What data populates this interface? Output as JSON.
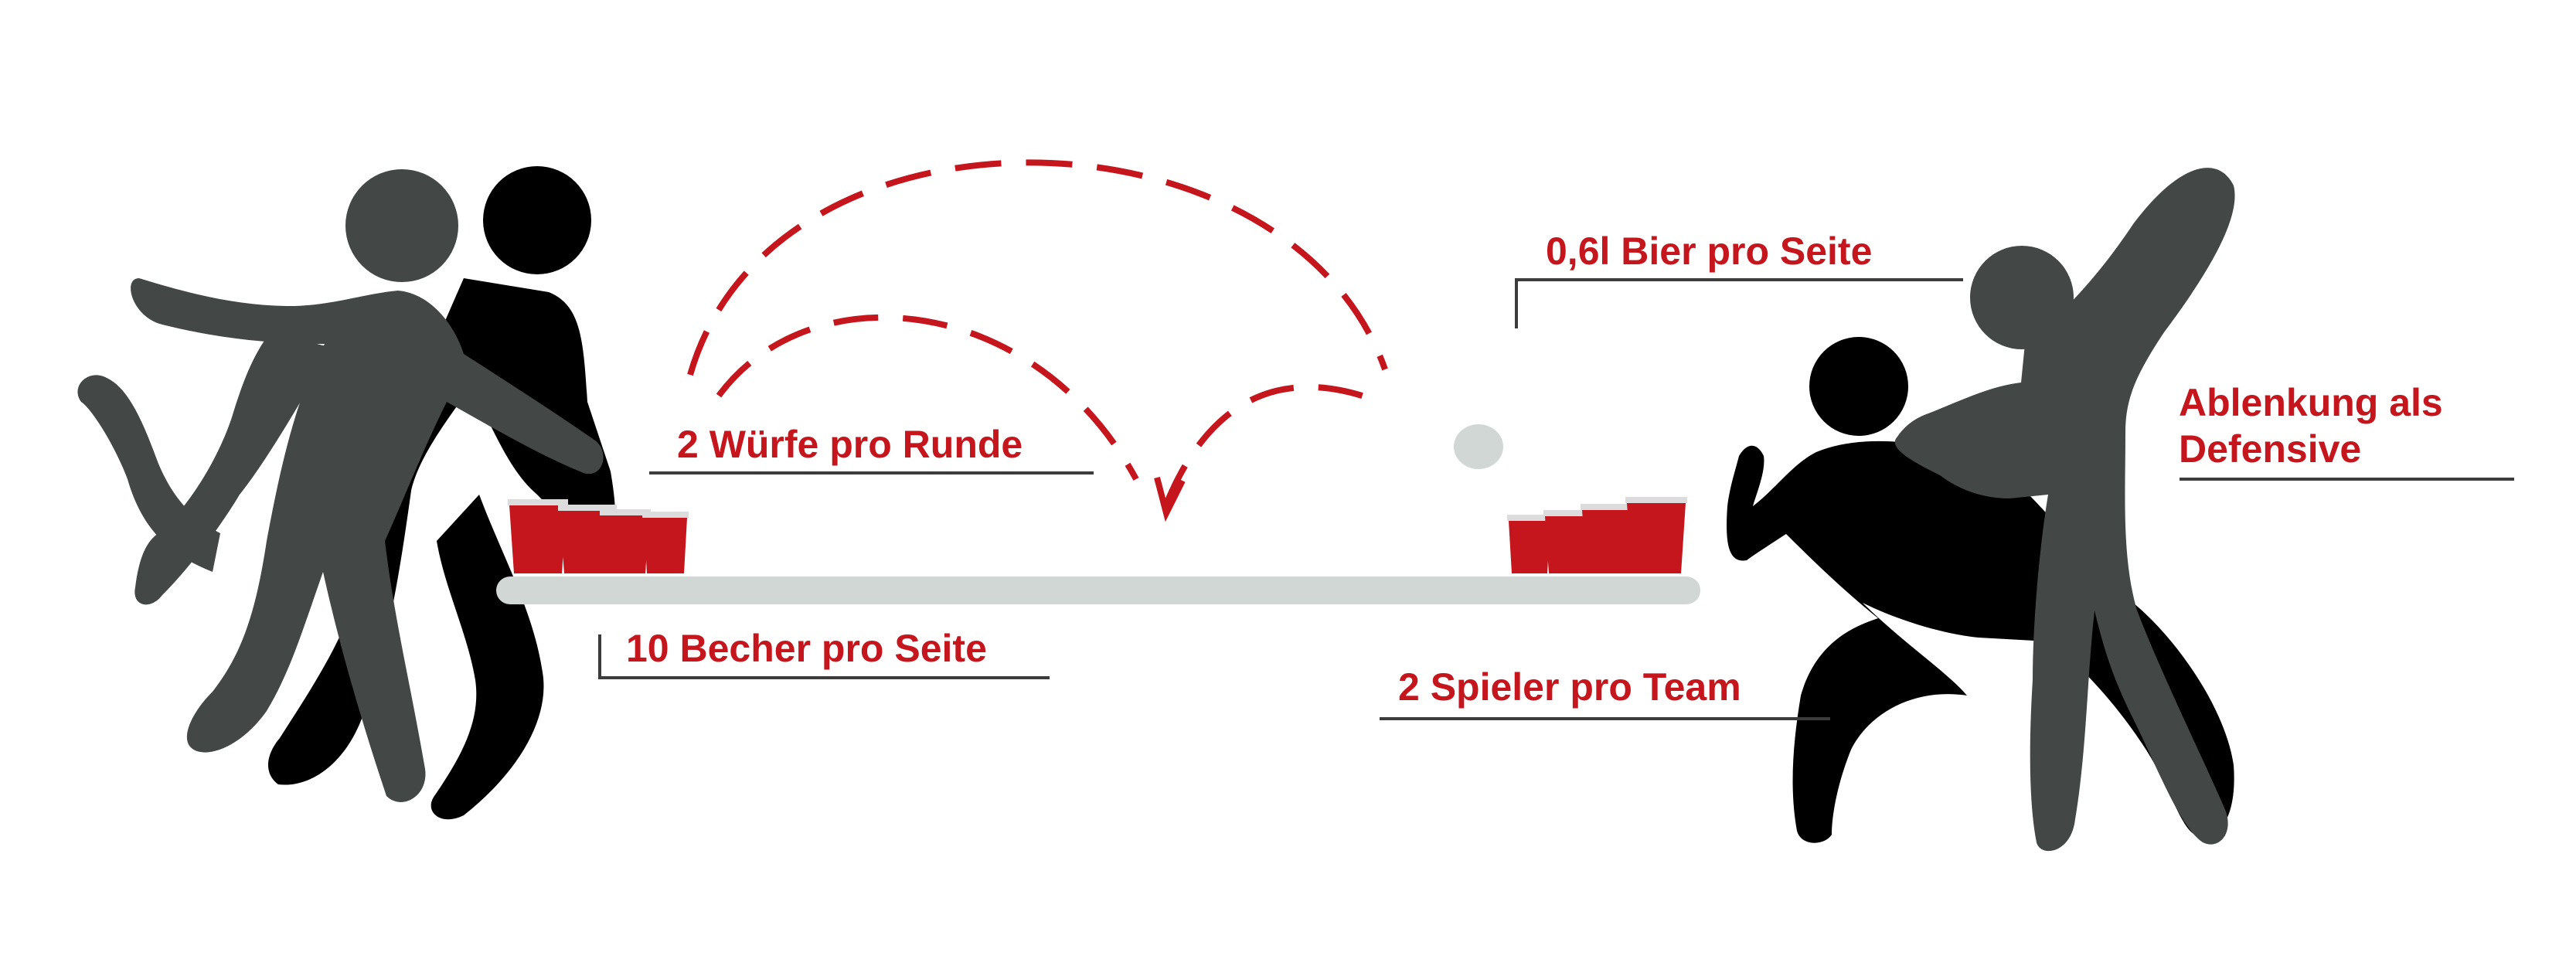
{
  "colors": {
    "accent_red": "#c4161c",
    "figure_dark_gray": "#434746",
    "figure_black": "#000000",
    "table": "#d0d7d5",
    "ball": "#d0d7d5",
    "leader_line": "#3c3c3c",
    "cup_rim": "#dcdcdc"
  },
  "labels": {
    "throws": "2 Würfe pro Runde",
    "cups": "10 Becher pro Seite",
    "beer": "0,6l Bier pro Seite",
    "players": "2 Spieler pro Team",
    "defense_line1": "Ablenkung als",
    "defense_line2": "Defensive"
  },
  "icons": {
    "left_team": "two-players-throwing-icon",
    "right_team": "two-players-defending-icon",
    "ball": "ping-pong-ball-icon",
    "cups": "red-cup-icon",
    "trajectory": "dashed-throw-arc-icon"
  }
}
